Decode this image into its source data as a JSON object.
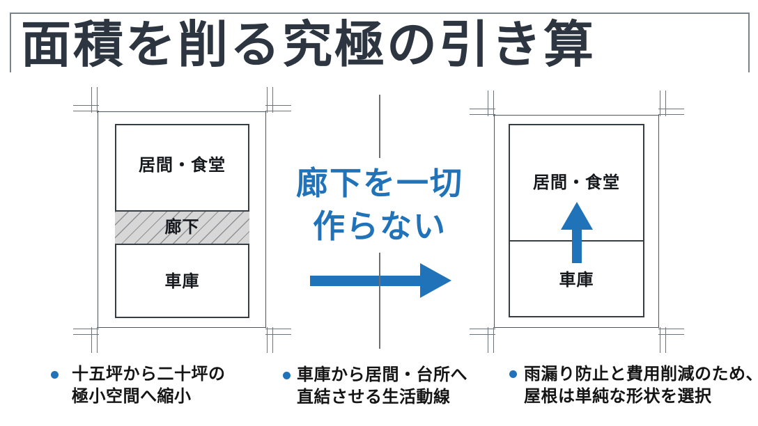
{
  "slide": {
    "title": "面積を削る究極の引き算"
  },
  "colors": {
    "accent_blue": "#2173b9",
    "title_text": "#2d3640",
    "diagram_line": "#4e545c",
    "hatch_fill": "#d7d7d8"
  },
  "left_plan": {
    "rooms": {
      "living": "居間・食堂",
      "corridor": "廊下",
      "garage": "車庫"
    }
  },
  "right_plan": {
    "rooms": {
      "living": "居間・食堂",
      "garage": "車庫"
    }
  },
  "callout": {
    "line1": "廊下を一切",
    "line2": "作らない"
  },
  "bullets": [
    {
      "line1": "十五坪から二十坪の",
      "line2": "極小空間へ縮小"
    },
    {
      "line1": "車庫から居間・台所へ",
      "line2": "直結させる生活動線"
    },
    {
      "line1": "雨漏り防止と費用削減のため、",
      "line2": "屋根は単純な形状を選択"
    }
  ]
}
